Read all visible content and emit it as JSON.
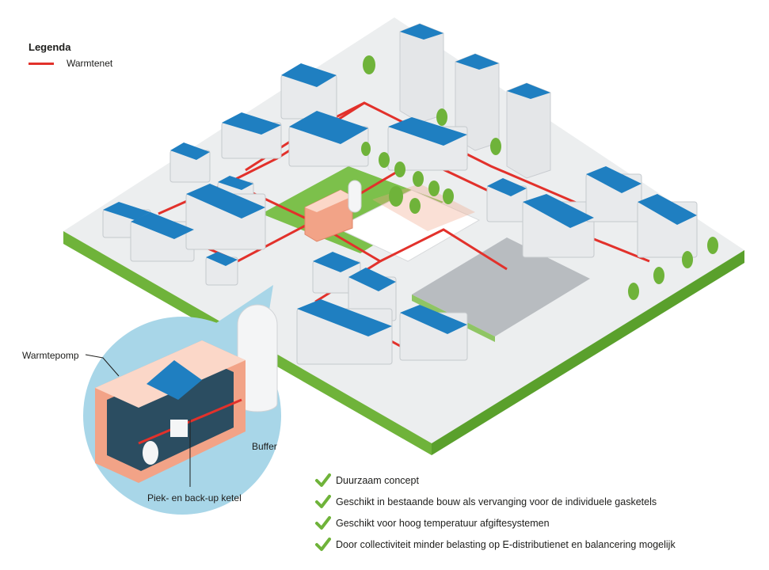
{
  "legend": {
    "title": "Legenda",
    "item_label": "Warmtenet",
    "item_color": "#e2312b"
  },
  "callouts": {
    "heat_pump": "Warmtepomp",
    "buffer": "Buffer",
    "boiler": "Piek- en back-up ketel"
  },
  "benefits": [
    "Duurzaam concept",
    "Geschikt in bestaande bouw als vervanging voor de individuele gasketels",
    "Geschikt voor hoog temperatuur afgiftesystemen",
    "Door collectiviteit minder belasting op E-distributienet en balancering mogelijk"
  ],
  "colors": {
    "ground": "#eceeef",
    "grass_edge": "#6fb33a",
    "roof": "#1f7fc1",
    "building": "#e8eaec",
    "heat_network": "#e2312b",
    "plant": "#f2a387",
    "zoom_circle": "#a8d6e8",
    "check": "#6fb33a"
  }
}
